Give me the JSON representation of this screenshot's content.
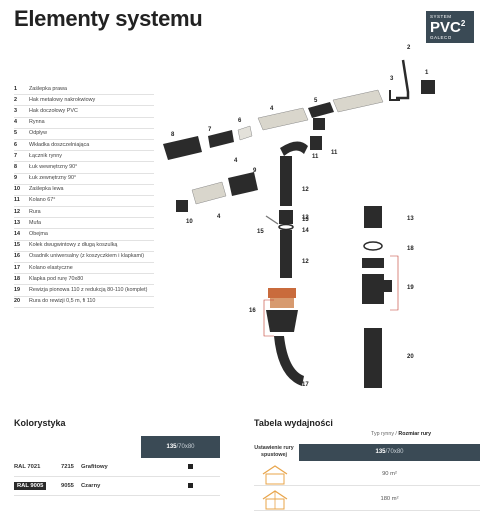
{
  "title": "Elementy systemu",
  "badge": {
    "top": "SYSTEM",
    "main": "PVC",
    "sup": "2",
    "bottom": "GALECO"
  },
  "legend": [
    {
      "n": "1",
      "t": "Zaślepka prawa"
    },
    {
      "n": "2",
      "t": "Hak metalowy nakrokwiowy"
    },
    {
      "n": "3",
      "t": "Hak doczołowy PVC"
    },
    {
      "n": "4",
      "t": "Rynna"
    },
    {
      "n": "5",
      "t": "Odpływ"
    },
    {
      "n": "6",
      "t": "Wkładka doszczelniająca"
    },
    {
      "n": "7",
      "t": "Łącznik rynny"
    },
    {
      "n": "8",
      "t": "Łuk wewnętrzny 90°"
    },
    {
      "n": "9",
      "t": "Łuk zewnętrzny 90°"
    },
    {
      "n": "10",
      "t": "Zaślepka lewa"
    },
    {
      "n": "11",
      "t": "Kolano 67°"
    },
    {
      "n": "12",
      "t": "Rura"
    },
    {
      "n": "13",
      "t": "Mufa"
    },
    {
      "n": "14",
      "t": "Obejma"
    },
    {
      "n": "15",
      "t": "Kołek dwugwintowy z długą koszulką"
    },
    {
      "n": "16",
      "t": "Osadnik uniwersalny (z koszyczkiem i klapkami)"
    },
    {
      "n": "17",
      "t": "Kolano elastyczne"
    },
    {
      "n": "18",
      "t": "Klapka pod rurę 70x80"
    },
    {
      "n": "19",
      "t": "Rewizja pionowa 110 z redukcją 80-110 (komplet)"
    },
    {
      "n": "20",
      "t": "Rura do rewizji 0,5 m, fi 110"
    }
  ],
  "callouts": [
    "1",
    "2",
    "3",
    "4",
    "4",
    "4",
    "5",
    "6",
    "7",
    "8",
    "9",
    "10",
    "11",
    "11",
    "12",
    "12",
    "12",
    "13",
    "14",
    "15",
    "16",
    "17",
    "13",
    "18",
    "19",
    "20"
  ],
  "kolorystyka": {
    "title": "Kolorystyka",
    "head_bold": "135",
    "head_rest": "/70x80",
    "rows": [
      {
        "code": "RAL 7021",
        "num": "7215",
        "name": "Grafitowy"
      },
      {
        "code": "RAL 9005",
        "num": "9055",
        "name": "Czarny"
      }
    ]
  },
  "tabela": {
    "title": "Tabela wydajności",
    "sub_normal": "Typ rynny / ",
    "sub_bold": "Rozmiar rury",
    "row_label": "Ustawienie rury spustowej",
    "head_bold": "135",
    "head_rest": "/70x80",
    "values": [
      "90 m²",
      "180 m²"
    ]
  },
  "colors": {
    "accent": "#3a4a55",
    "gutter_dark": "#2b2b2b",
    "gutter_light": "#d9d6cc",
    "roof_icon": "#e8a44a"
  }
}
